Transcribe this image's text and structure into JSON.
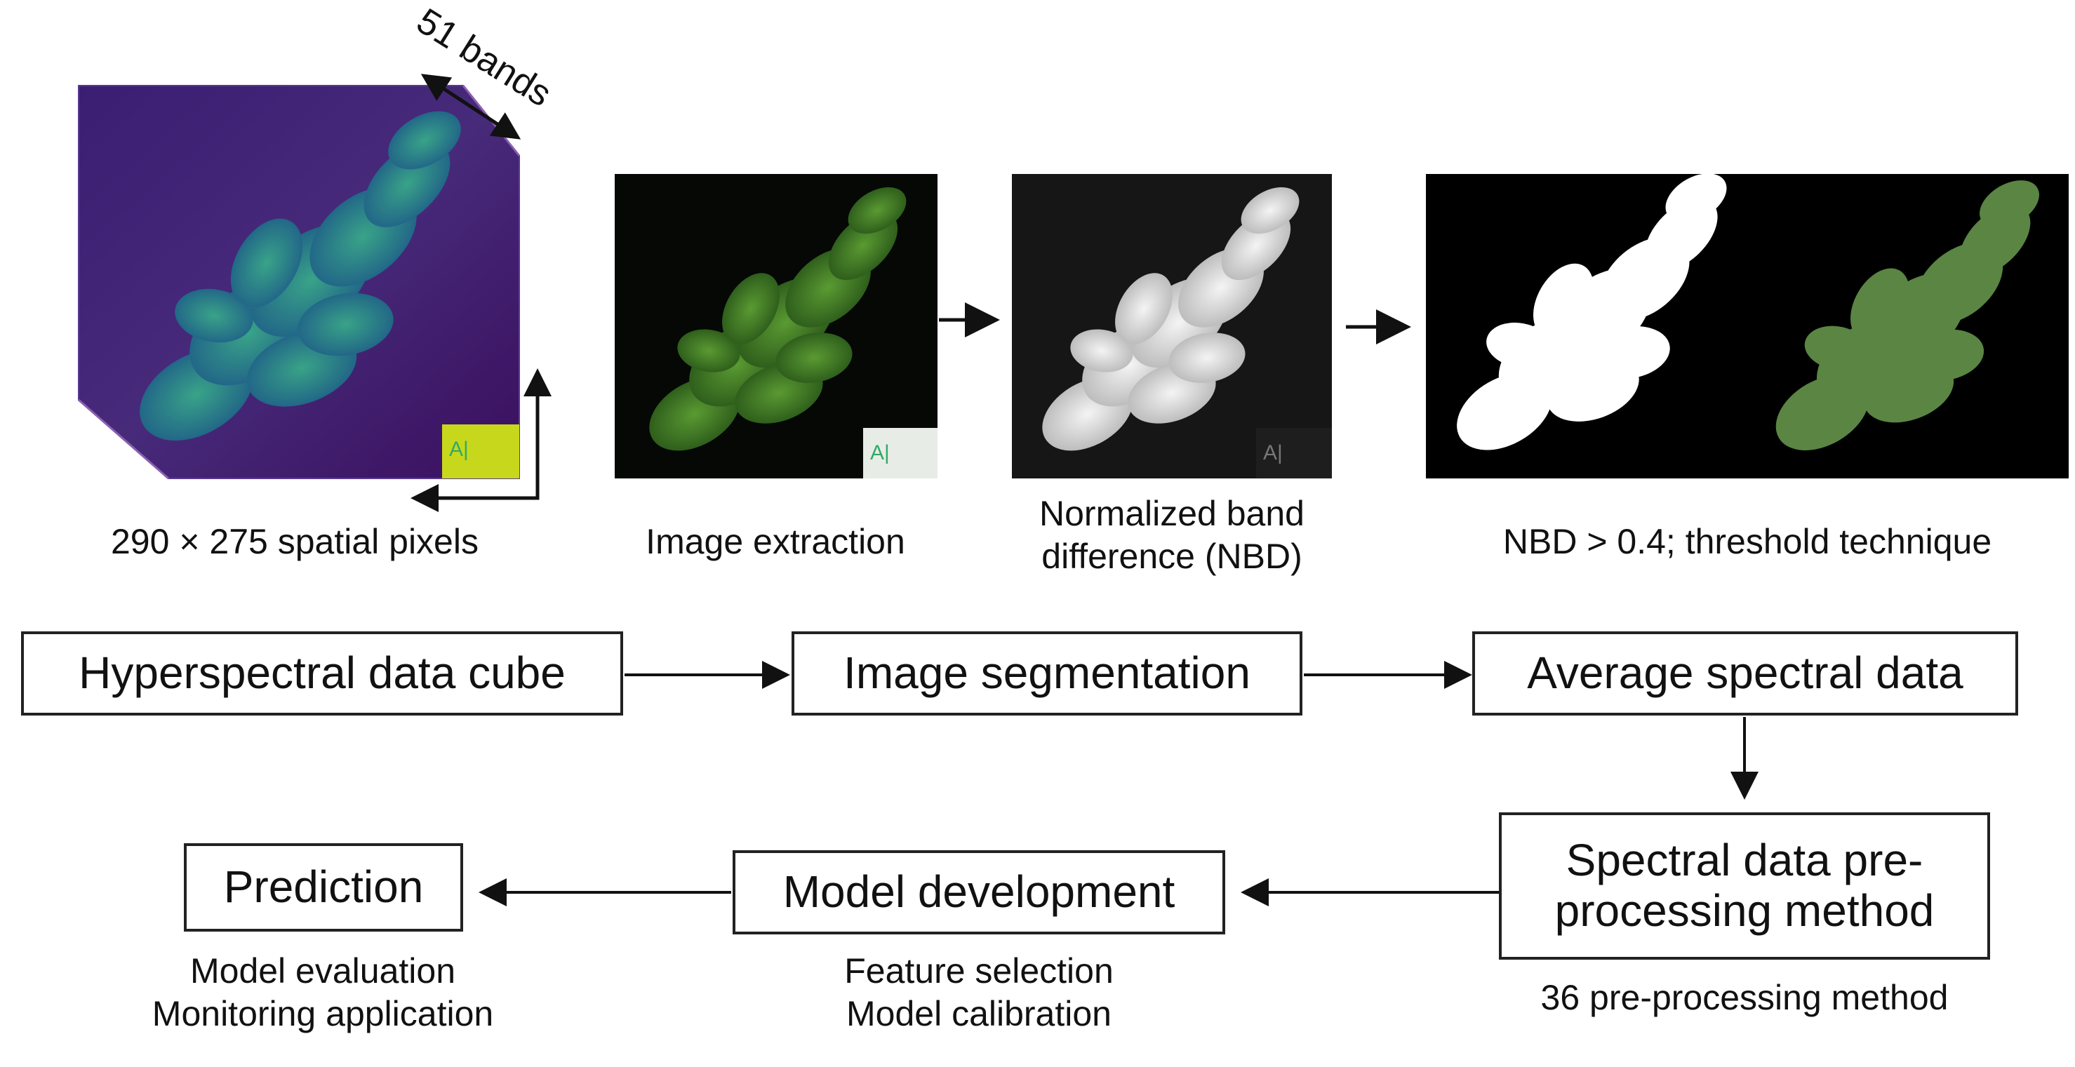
{
  "images": {
    "cube_bands_label": "51 bands",
    "scale_label": "A|",
    "captions": {
      "cube": "290 × 275 spatial pixels",
      "extraction": "Image extraction",
      "nbd_line1": "Normalized band",
      "nbd_line2": "difference (NBD)",
      "threshold": "NBD > 0.4; threshold technique"
    }
  },
  "flow": {
    "hyperspectral": "Hyperspectral data cube",
    "segmentation": "Image segmentation",
    "average": "Average spectral data",
    "preprocessing_line1": "Spectral data pre-",
    "preprocessing_line2": "processing method",
    "model_dev": "Model development",
    "prediction": "Prediction"
  },
  "notes": {
    "preprocessing": "36 pre-processing method",
    "model_dev_line1": "Feature selection",
    "model_dev_line2": "Model calibration",
    "prediction_line1": "Model evaluation",
    "prediction_line2": "Monitoring application"
  },
  "colors": {
    "cube_background": "#44106a",
    "cube_plant": "#2a9c8a",
    "rgb_plant": "#3f7a26",
    "nbd_plant": "#dcdcdc",
    "mask": "#ffffff",
    "arrow": "#111111"
  }
}
